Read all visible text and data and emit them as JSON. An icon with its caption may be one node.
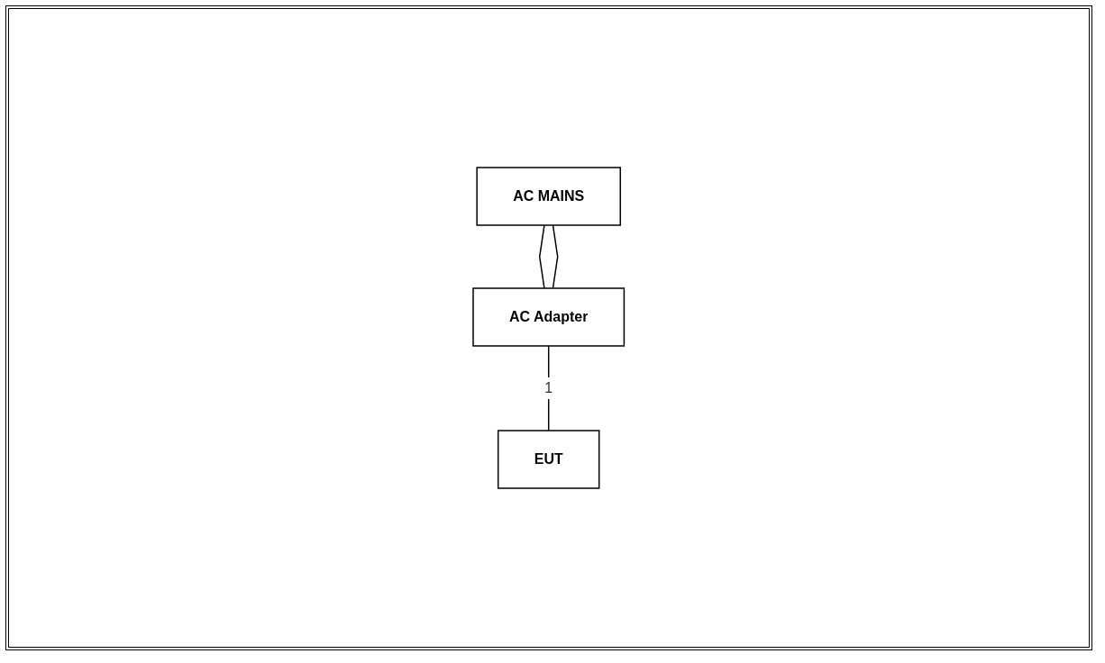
{
  "diagram": {
    "nodes": [
      {
        "text": [
          "AC MAINS"
        ]
      },
      {
        "text": [
          "AC Adapter"
        ]
      },
      {
        "text": [
          "EUT"
        ]
      }
    ],
    "edges": [
      {
        "from": 0,
        "to": 1,
        "arrow": "none"
      },
      {
        "from": 0,
        "to": 1,
        "arrow": "none"
      },
      {
        "from": 1,
        "to": 2,
        "arrow": "none",
        "label": "1"
      }
    ]
  }
}
